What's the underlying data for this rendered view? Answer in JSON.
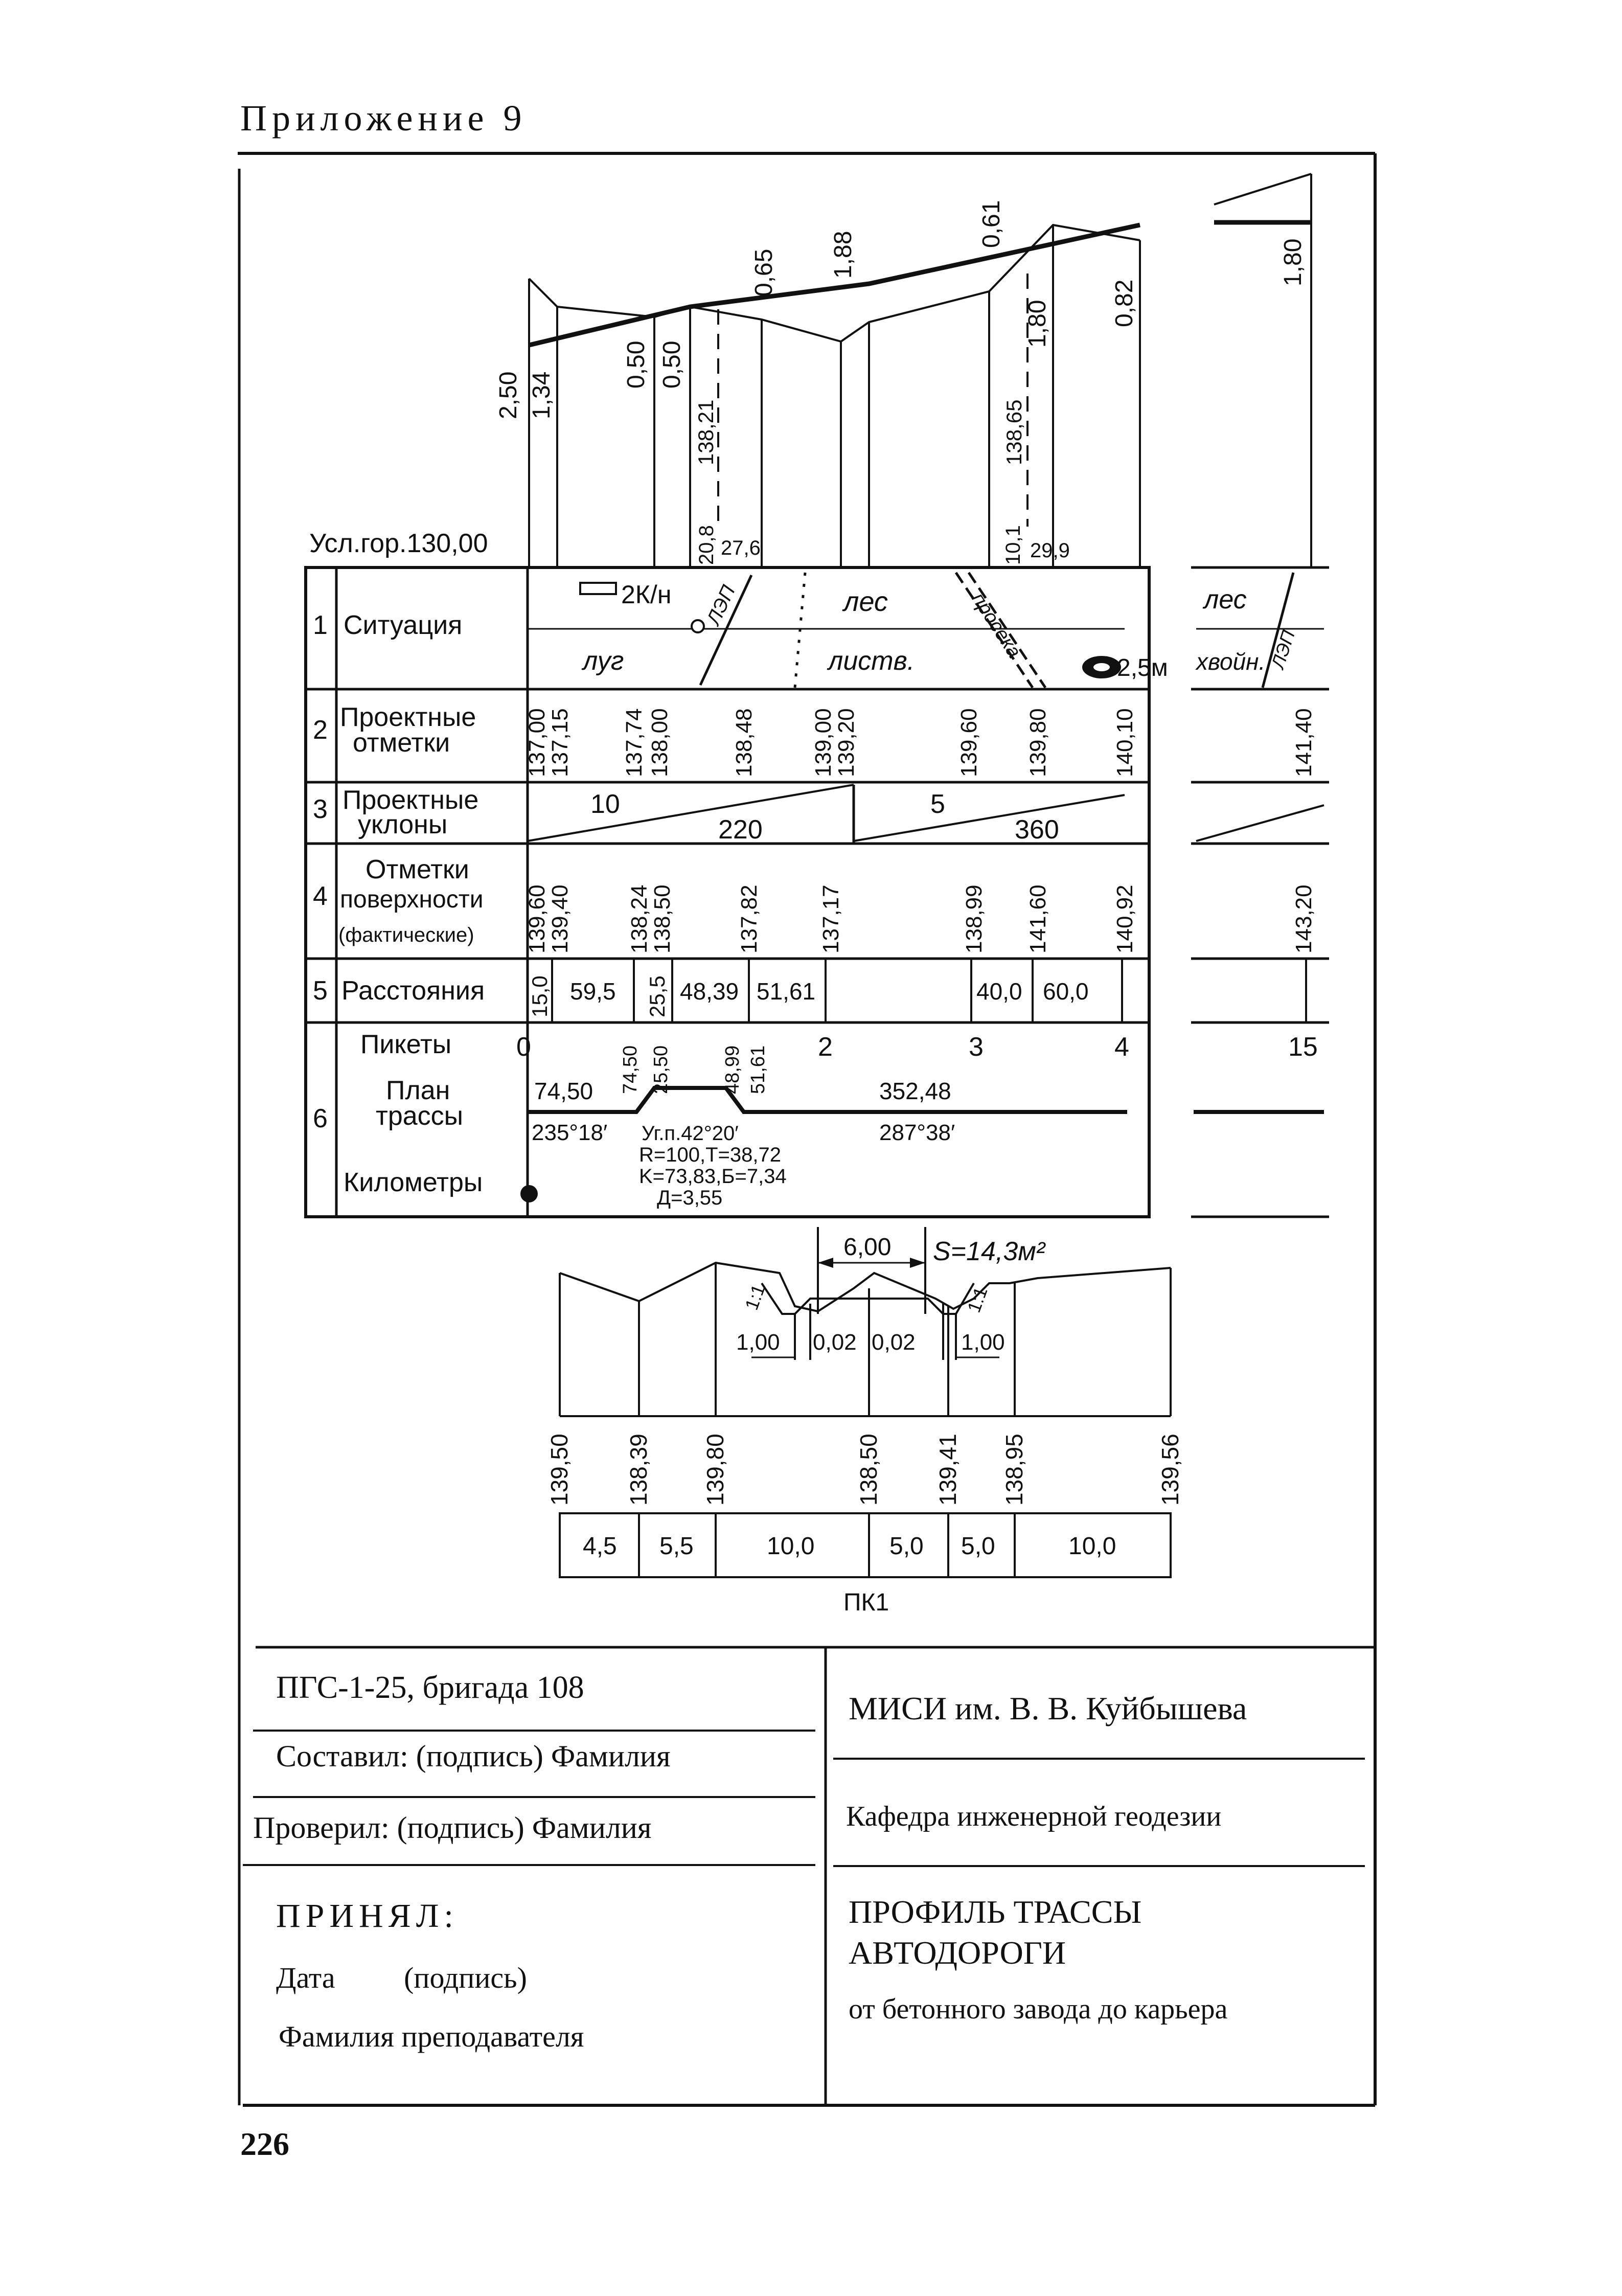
{
  "header": {
    "appendix": "Приложение 9"
  },
  "profile": {
    "datum_label": "Усл.гор.130,00",
    "heights_top": [
      "2,50",
      "1,34",
      "0,50",
      "0,50",
      "0,65",
      "1,88",
      "0,61",
      "1,80",
      "0,82",
      "1,80"
    ],
    "axis_marks": [
      "138,21",
      "138,65"
    ],
    "small_marks": [
      "20,8",
      "27,6",
      "10,1",
      "29,9"
    ]
  },
  "rows": {
    "r1": {
      "num": "1",
      "label": "Ситуация",
      "items": [
        "2К/н",
        "луг",
        "ЛЭП",
        "лес",
        "листв.",
        "просека",
        "2,5м",
        "лес",
        "хвойн.",
        "ЛЭП"
      ]
    },
    "r2": {
      "num": "2",
      "label_a": "Проектные",
      "label_b": "отметки",
      "values": [
        "137,00",
        "137,15",
        "137,74",
        "138,00",
        "138,48",
        "139,00",
        "139,20",
        "139,60",
        "139,80",
        "140,10",
        "141,40"
      ]
    },
    "r3": {
      "num": "3",
      "label_a": "Проектные",
      "label_b": "уклоны",
      "values": [
        "10",
        "220",
        "5",
        "360"
      ]
    },
    "r4": {
      "num": "4",
      "label_a": "Отметки",
      "label_b": "поверхности",
      "label_c": "(фактические)",
      "values": [
        "139,60",
        "139,40",
        "138,24",
        "138,50",
        "137,82",
        "137,17",
        "138,99",
        "141,60",
        "140,92",
        "143,20"
      ]
    },
    "r5": {
      "num": "5",
      "label": "Расстояния",
      "values": [
        "15,0",
        "59,5",
        "25,5",
        "48,39",
        "51,61",
        "40,0",
        "60,0"
      ]
    },
    "r6": {
      "num": "6",
      "pickets_label": "Пикеты",
      "plan_label_a": "План",
      "plan_label_b": "трассы",
      "km_label": "Километры",
      "pickets": [
        "0",
        "2",
        "3",
        "4",
        "15"
      ],
      "vertical_marks": [
        "74,50",
        "25,50",
        "48,99",
        "51,61"
      ],
      "plan_values": [
        "74,50",
        "352,48"
      ],
      "bearings": [
        "235°18′",
        "287°38′"
      ],
      "curve": [
        "Уг.п.42°20′",
        "R=100,T=38,72",
        "K=73,83,Б=7,34",
        "Д=3,55"
      ]
    }
  },
  "cross_section": {
    "width_label": "6,00",
    "area_label": "S=14,3м²",
    "slope_labels": [
      "1:1",
      "1:1"
    ],
    "ditch_labels": [
      "1,00",
      "0,02",
      "0,02",
      "1,00"
    ],
    "elevations": [
      "139,50",
      "138,39",
      "139,80",
      "138,50",
      "139,41",
      "138,95",
      "139,56"
    ],
    "distances": [
      "4,5",
      "5,5",
      "10,0",
      "5,0",
      "5,0",
      "10,0"
    ],
    "picket_label": "ПК1"
  },
  "stamp": {
    "group": "ПГС-1-25, бригада 108",
    "composed": "Составил: (подпись) Фамилия",
    "checked": "Проверил: (подпись) Фамилия",
    "accepted": "ПРИНЯЛ:",
    "date_sig": "Дата (подпись)",
    "teacher": "Фамилия преподавателя",
    "institute": "МИСИ им. В. В. Куйбышева",
    "department": "Кафедра инженерной геодезии",
    "title": "ПРОФИЛЬ ТРАССЫ АВТОДОРОГИ",
    "subtitle": "от бетонного завода до карьера"
  },
  "footer": {
    "page_number": "226"
  }
}
